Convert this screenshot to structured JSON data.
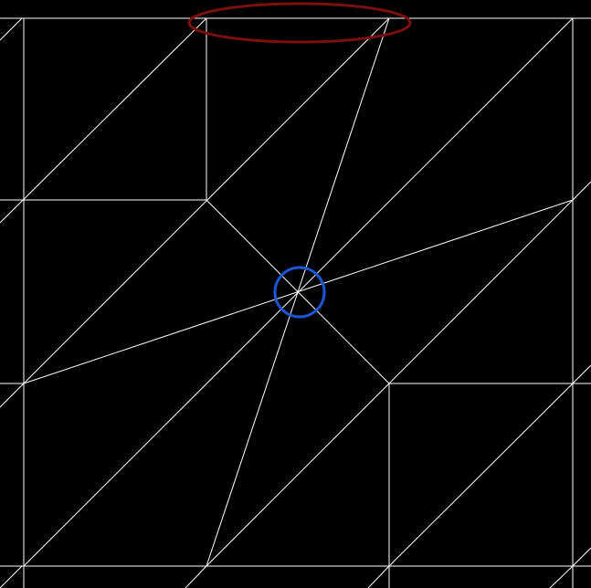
{
  "canvas": {
    "background": "#000000",
    "line_color": "#ffffff"
  },
  "markers": {
    "center_circle": {
      "name": "center-vertex-marker",
      "color": "#1f56d6",
      "shape": "circle"
    },
    "top_ellipse": {
      "name": "top-edge-highlight",
      "color": "#7a1010",
      "shape": "ellipse"
    }
  }
}
